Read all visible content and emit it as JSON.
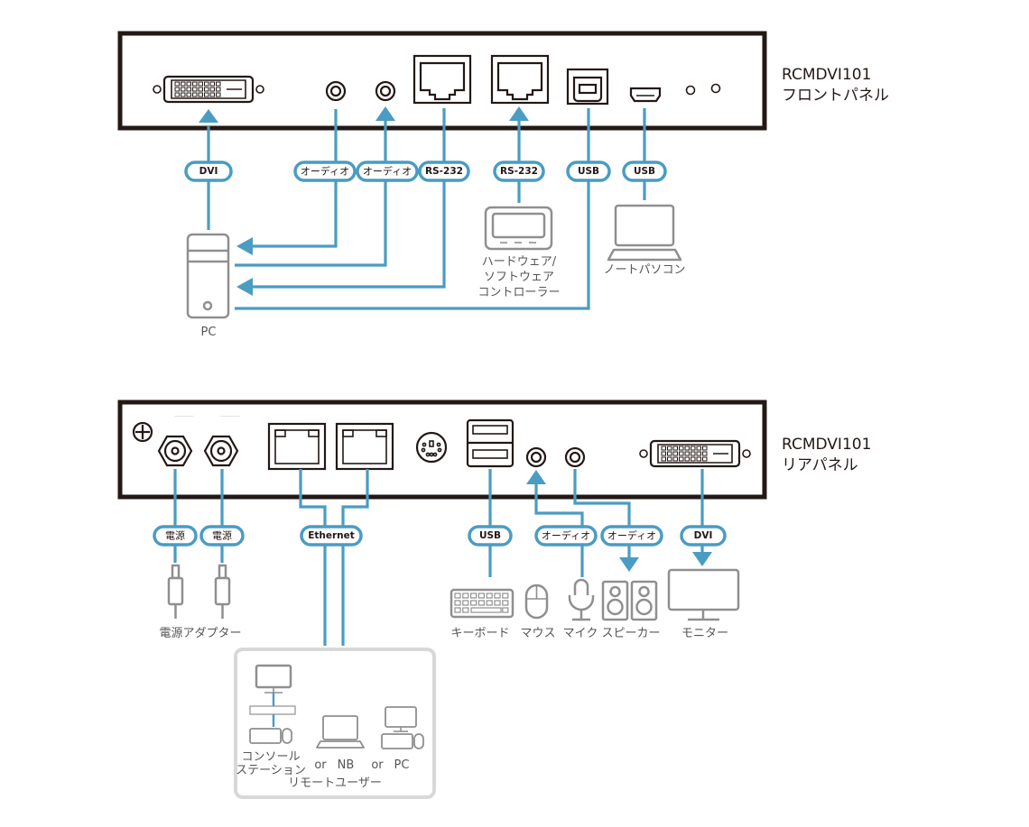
{
  "front_panel": {
    "model": "RCMDVI101",
    "name": "フロントパネル",
    "cables": {
      "dvi": "DVI",
      "audio_1": "オーディオ",
      "audio_2": "オーディオ",
      "rs232_1": "RS-232",
      "rs232_2": "RS-232",
      "usb_1": "USB",
      "usb_2": "USB"
    },
    "devices": {
      "pc": "PC",
      "controller_line1": "ハードウェア/",
      "controller_line2": "ソフトウェア",
      "controller_line3": "コントローラー",
      "laptop": "ノートパソコン"
    }
  },
  "rear_panel": {
    "model": "RCMDVI101",
    "name": "リアパネル",
    "cables": {
      "power_1": "電源",
      "power_2": "電源",
      "ethernet": "Ethernet",
      "usb": "USB",
      "audio_1": "オーディオ",
      "audio_2": "オーディオ",
      "dvi": "DVI"
    },
    "devices": {
      "power_adapter": "電源アダプター",
      "keyboard": "キーボード",
      "mouse": "マウス",
      "microphone": "マイク",
      "speaker": "スピーカー",
      "monitor": "モニター"
    },
    "remote_users": {
      "title": "リモートユーザー",
      "console_line1": "コンソール",
      "console_line2": "ステーション",
      "or_1": "or",
      "nb": "NB",
      "or_2": "or",
      "pc": "PC"
    }
  },
  "colors": {
    "cable": "#4a9cc2",
    "panel": "#231815",
    "device": "#8f8f8f"
  }
}
